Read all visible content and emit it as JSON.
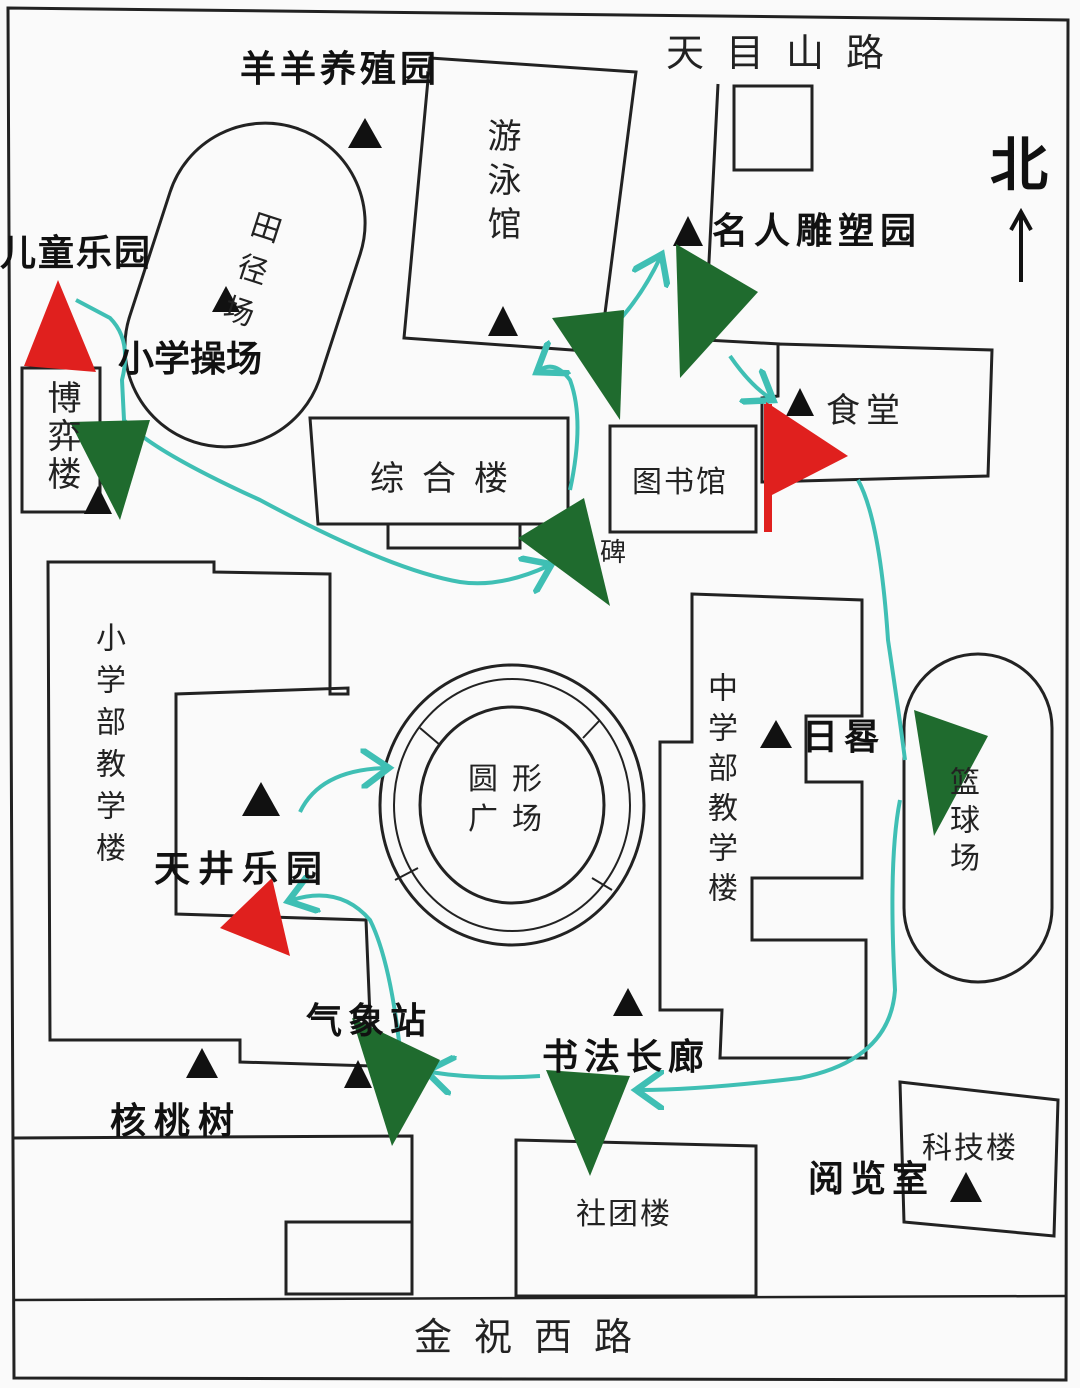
{
  "roads": {
    "north_road": "天目山路",
    "south_road": "金祝西路"
  },
  "compass": {
    "north_label": "北"
  },
  "buildings": {
    "swimming_hall": "游泳馆",
    "field": "田径场",
    "primary_playground": "小学操场",
    "boyi_building": "博弈楼",
    "complex_building": "综合楼",
    "library": "图书馆",
    "canteen": "食堂",
    "primary_teaching": "小学部教学楼",
    "middle_teaching": "中学部教学楼",
    "round_plaza": "圆形广场",
    "basketball_court": "篮球场",
    "club_building": "社团楼",
    "science_building": "科技楼"
  },
  "landmarks": {
    "sheep_farm": "羊羊养殖园",
    "children_park": "儿童乐园",
    "celebrity_sculpture": "名人雕塑园",
    "monument": "碑",
    "sundial": "日晷",
    "courtyard_park": "天井乐园",
    "weather_station": "气象站",
    "calligraphy_corridor": "书法长廊",
    "walnut_tree": "核桃树",
    "reading_room": "阅览室"
  },
  "colors": {
    "route": "#3fbfb4",
    "stop_flag": "#1f6b2e",
    "start_flag": "#e0201e",
    "outline": "#222222"
  }
}
